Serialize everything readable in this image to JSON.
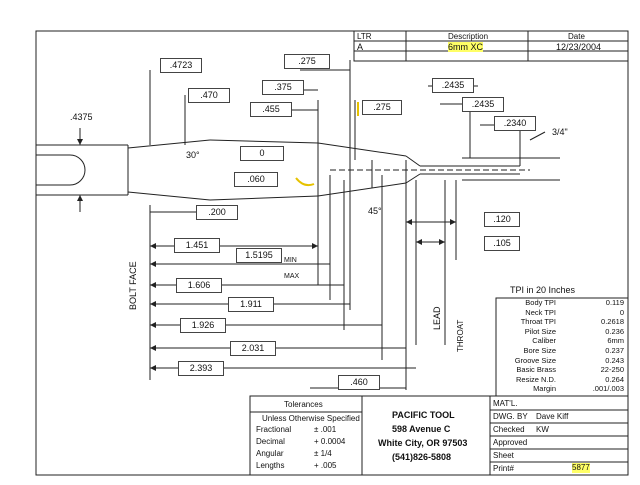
{
  "revision_table": {
    "headers": {
      "ltr": "LTR",
      "description": "Description",
      "date": "Date"
    },
    "row": {
      "ltr": "A",
      "description": "6mm XC",
      "date": "12/23/2004"
    },
    "highlight_color": "#ffff66"
  },
  "dimensions": {
    "d_4723": ".4723",
    "d_470": ".470",
    "d_4375": ".4375",
    "d_275a": ".275",
    "d_375": ".375",
    "d_455": ".455",
    "d_275b": ".275",
    "d_2435a": ".2435",
    "d_2435b": ".2435",
    "d_2340": ".2340",
    "d_3_4": "3/4\"",
    "angle_30": "30°",
    "angle_0": "0",
    "d_060": ".060",
    "angle_45": "45°",
    "d_200": ".200",
    "d_120": ".120",
    "d_105": ".105",
    "d_1451": "1.451",
    "d_15195": "1.5195",
    "min_label": "MIN",
    "max_label": "MAX",
    "d_1606": "1.606",
    "d_1911": "1.911",
    "d_1926": "1.926",
    "d_2031": "2.031",
    "d_2393": "2.393",
    "d_460": ".460"
  },
  "side_labels": {
    "bolt_face": "BOLT FACE",
    "lead": "LEAD",
    "throat": "THROAT"
  },
  "tpi_table": {
    "title": "TPI in 20 Inches",
    "rows": [
      {
        "label": "Body TPI",
        "value": "0.119"
      },
      {
        "label": "Neck TPI",
        "value": "0"
      },
      {
        "label": "Throat TPI",
        "value": "0.2618"
      },
      {
        "label": "Pilot Size",
        "value": "0.236"
      },
      {
        "label": "Caliber",
        "value": "6mm"
      },
      {
        "label": "Bore Size",
        "value": "0.237"
      },
      {
        "label": "Groove Size",
        "value": "0.243"
      },
      {
        "label": "Basic Brass",
        "value": "22-250"
      },
      {
        "label": "Resize N.D.",
        "value": "0.264"
      },
      {
        "label": "Margin",
        "value": ".001/.003"
      }
    ]
  },
  "tolerances": {
    "title": "Tolerances",
    "subtitle": "Unless Otherwise Specified",
    "rows": [
      {
        "label": "Fractional",
        "value": "± .001"
      },
      {
        "label": "Decimal",
        "value": "+ 0.0004"
      },
      {
        "label": "Angular",
        "value": "± 1/4"
      },
      {
        "label": "Lengths",
        "value": "+ .005"
      }
    ]
  },
  "company": {
    "name": "PACIFIC TOOL",
    "address": "598 Avenue C",
    "city": "White City, OR 97503",
    "phone": "(541)826-5808"
  },
  "title_block": {
    "matl": "MAT'L.",
    "dwg_by_label": "DWG. BY",
    "dwg_by_value": "Dave Kiff",
    "checked_label": "Checked",
    "checked_value": "KW",
    "approved_label": "Approved",
    "sheet_label": "Sheet",
    "print_label": "Print#",
    "print_value": "5877"
  }
}
